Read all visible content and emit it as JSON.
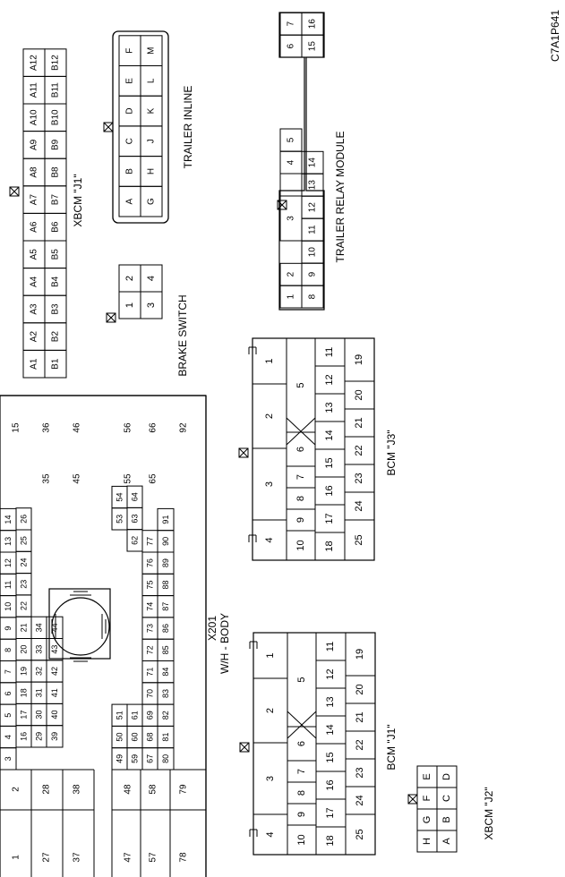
{
  "figure_code": "C7A1P641",
  "xbcm_j1": {
    "label": "XBCM \"J1\"",
    "row_a": [
      "A1",
      "A2",
      "A3",
      "A4",
      "A5",
      "A6",
      "A7",
      "A8",
      "A9",
      "A10",
      "A11",
      "A12"
    ],
    "row_b": [
      "B1",
      "B2",
      "B3",
      "B4",
      "B5",
      "B6",
      "B7",
      "B8",
      "B9",
      "B10",
      "B11",
      "B12"
    ]
  },
  "trailer_inline": {
    "label": "TRAILER INLINE",
    "row_top": [
      "A",
      "B",
      "C",
      "D",
      "E",
      "F"
    ],
    "row_bottom": [
      "G",
      "H",
      "J",
      "K",
      "L",
      "M"
    ]
  },
  "trailer_relay_module": {
    "label": "TRAILER RELAY MODULE",
    "row_top": [
      "1",
      "2",
      "3",
      "",
      "4",
      "5",
      "",
      "6",
      "7"
    ],
    "row_bottom": [
      "8",
      "9",
      "10",
      "11",
      "12",
      "13",
      "14",
      "",
      "15",
      "16"
    ]
  },
  "brake_switch": {
    "label": "BRAKE SWITCH",
    "pins": [
      "1",
      "2",
      "3",
      "4"
    ]
  },
  "bcm_j3": {
    "label": "BCM \"J3\"",
    "top": [
      "4",
      "3",
      "2",
      "1"
    ],
    "mid": [
      "10",
      "9",
      "8",
      "7",
      "6",
      "5"
    ],
    "r2": [
      "18",
      "17",
      "16",
      "15",
      "14",
      "13",
      "12",
      "11"
    ],
    "r3": [
      "25",
      "24",
      "23",
      "22",
      "21",
      "20",
      "19"
    ]
  },
  "bcm_j1": {
    "label": "BCM \"J1\"",
    "top": [
      "4",
      "3",
      "2",
      "1"
    ],
    "mid": [
      "10",
      "9",
      "8",
      "7",
      "6",
      "5"
    ],
    "r2": [
      "18",
      "17",
      "16",
      "15",
      "14",
      "13",
      "12",
      "11"
    ],
    "r3": [
      "25",
      "24",
      "23",
      "22",
      "21",
      "20",
      "19"
    ]
  },
  "x201": {
    "label_1": "X201",
    "label_2": "W/H - BODY",
    "col_a": [
      "1",
      "27",
      "37",
      "47",
      "57",
      "78"
    ],
    "col_b": [
      "2",
      "28",
      "38",
      "48",
      "58",
      "79"
    ],
    "small_top": [
      "3",
      "4",
      "5",
      "6",
      "7",
      "8",
      "9",
      "10",
      "11",
      "12",
      "13",
      "14"
    ],
    "small_r2": [
      "16",
      "17",
      "18",
      "19",
      "20",
      "21",
      "22",
      "23",
      "24",
      "25",
      "26"
    ],
    "small_r3": [
      "29",
      "30",
      "31",
      "32",
      "33",
      "34"
    ],
    "small_r4": [
      "39",
      "40",
      "41",
      "42",
      "43",
      "44"
    ],
    "low_r1": [
      "49",
      "50",
      "51",
      "53",
      "54"
    ],
    "low_r2": [
      "59",
      "60",
      "61",
      "62",
      "63",
      "64"
    ],
    "low_r3": [
      "67",
      "68",
      "69",
      "70",
      "71",
      "72",
      "73",
      "74",
      "75",
      "76",
      "77"
    ],
    "low_r4": [
      "80",
      "81",
      "82",
      "83",
      "84",
      "85",
      "86",
      "87",
      "88",
      "89",
      "90",
      "91"
    ],
    "right_col": [
      "15",
      "36",
      "46",
      "56",
      "66",
      "92"
    ],
    "big_right": [
      "35",
      "45",
      "55",
      "65"
    ]
  },
  "xbcm_j2": {
    "label": "XBCM \"J2\"",
    "row_top": [
      "H",
      "G",
      "F",
      "E"
    ],
    "row_bottom": [
      "A",
      "B",
      "C",
      "D"
    ]
  }
}
